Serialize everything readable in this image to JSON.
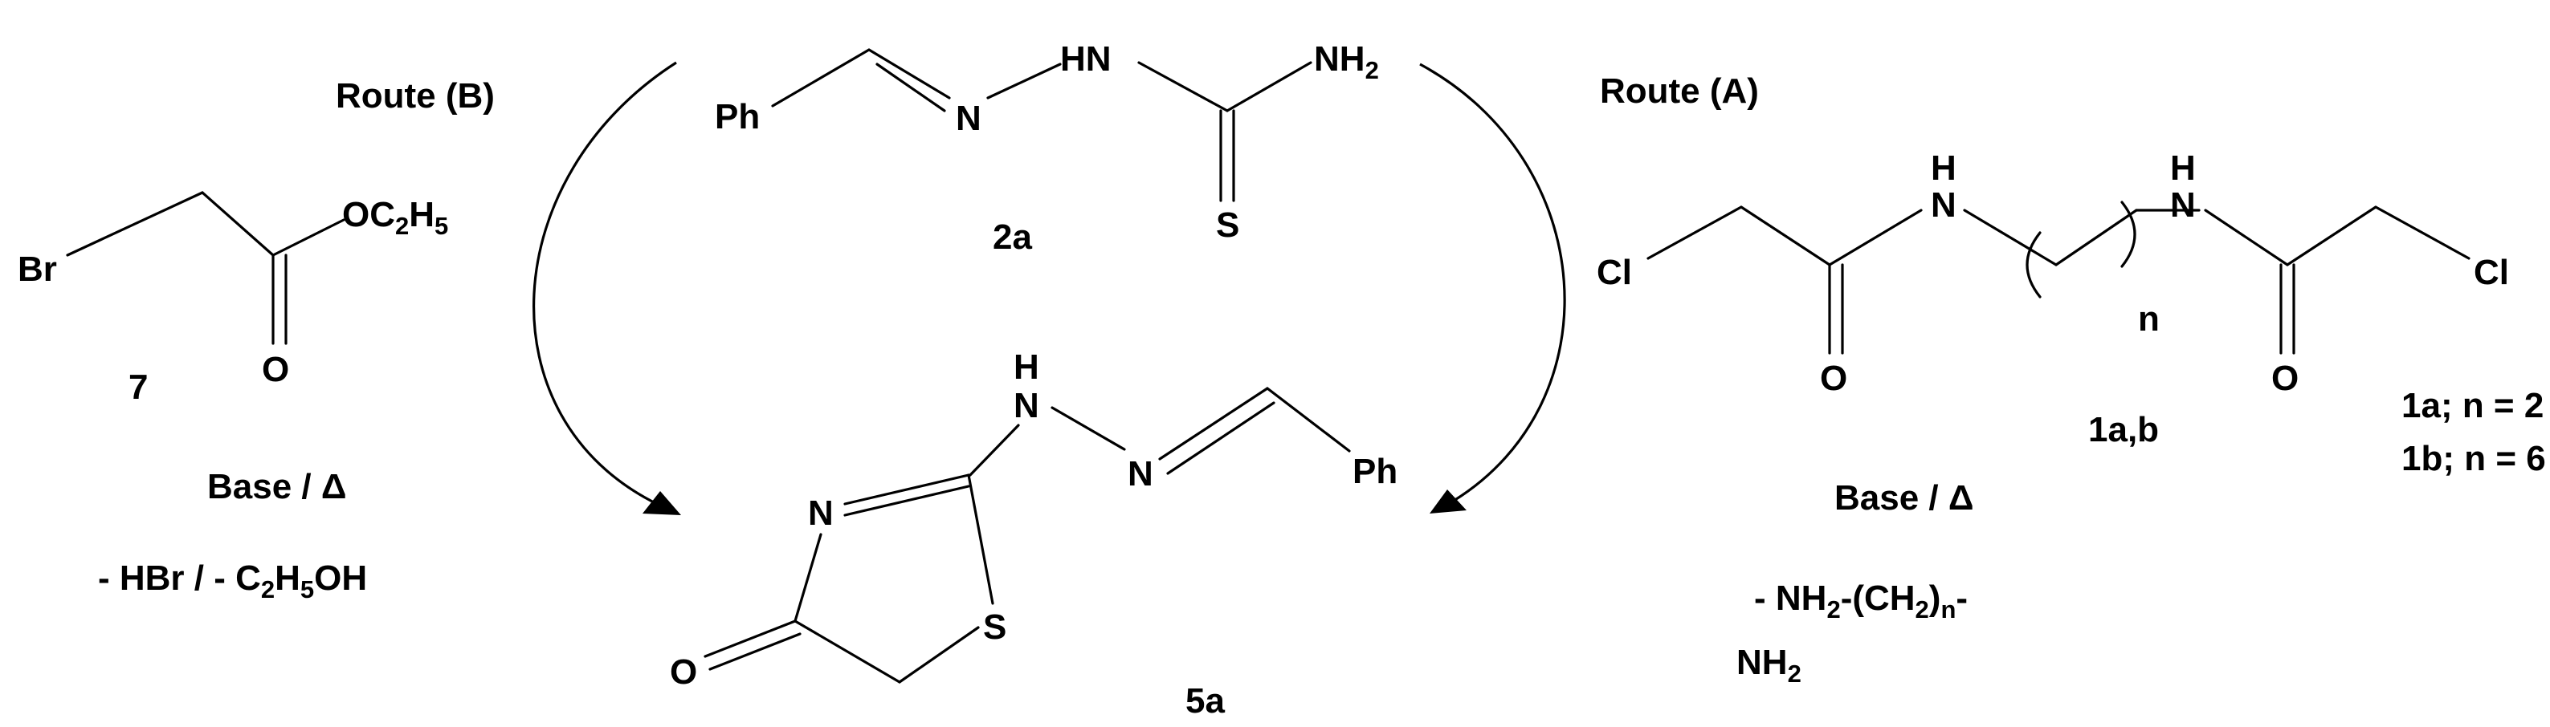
{
  "route_b": {
    "label": "Route (B)",
    "reagent_number": "7",
    "conditions": "Base / Δ",
    "byproducts": {
      "prefix": "- HBr / - C",
      "sub1": "2",
      "mid": "H",
      "sub2": "5",
      "suffix": "OH"
    }
  },
  "route_a": {
    "label": "Route (A)",
    "reagent_number": "1a,b",
    "variant_1": "1a; n = 2",
    "variant_2": "1b; n = 6",
    "conditions": "Base / Δ",
    "byproducts": {
      "line1_a": "- NH",
      "line1_sub1": "2",
      "line1_b": "-(CH",
      "line1_sub2": "2",
      "line1_c": ")",
      "line1_sub3": "n",
      "line1_d": "-",
      "line2": "NH",
      "line2_sub": "2"
    }
  },
  "compound_7": {
    "Br": "Br",
    "ester": {
      "a": "OC",
      "sub1": "2",
      "b": "H",
      "sub2": "5"
    },
    "O": "O"
  },
  "compound_2a": {
    "number": "2a",
    "Ph": "Ph",
    "N": "N",
    "HN": "HN",
    "NH2": {
      "a": "NH",
      "sub": "2"
    },
    "S": "S"
  },
  "compound_1ab": {
    "Cl_left": "Cl",
    "H_left": "H",
    "N_left": "N",
    "O_left": "O",
    "n": "n",
    "H_right": "H",
    "N_right": "N",
    "O_right": "O",
    "Cl_right": "Cl"
  },
  "compound_5a": {
    "number": "5a",
    "H": "H",
    "N_top": "N",
    "N_hydrazone": "N",
    "Ph": "Ph",
    "N_ring": "N",
    "S_ring": "S",
    "O": "O"
  }
}
